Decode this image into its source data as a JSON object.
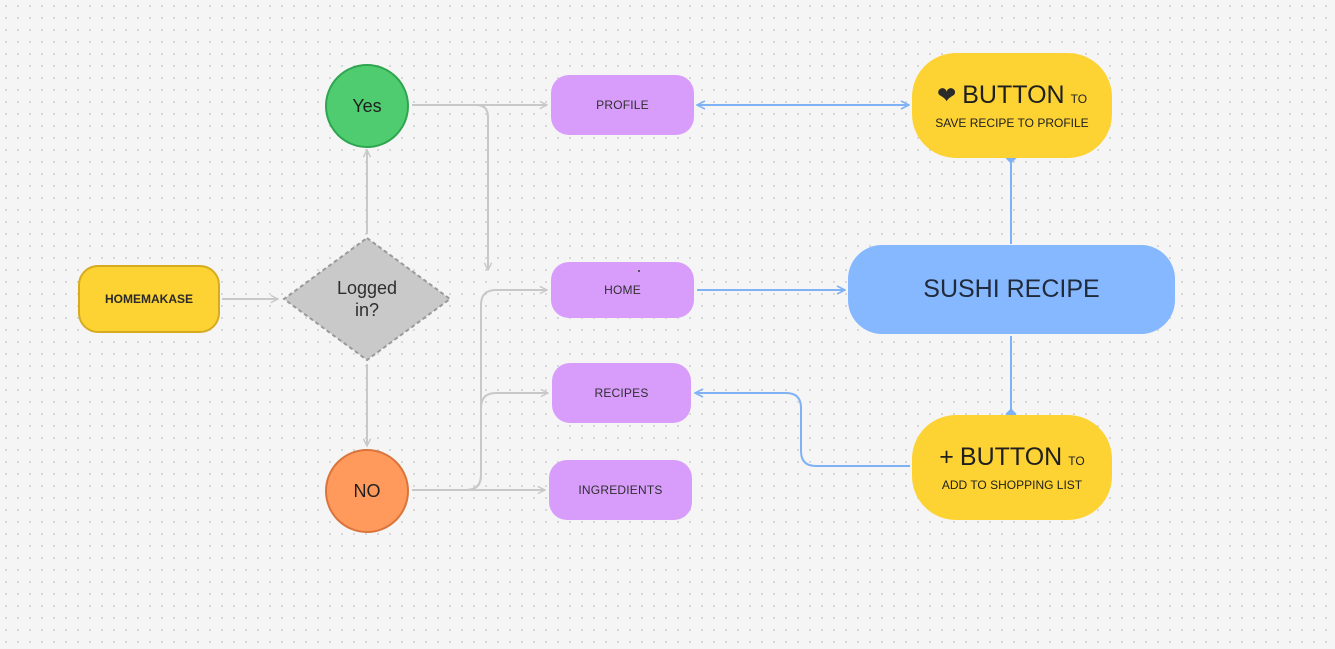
{
  "flowchart": {
    "start": {
      "label": "HOMEMAKASE"
    },
    "decision": {
      "label": "Logged in?"
    },
    "yes": {
      "label": "Yes"
    },
    "no": {
      "label": "NO"
    },
    "pages": {
      "profile": "PROFILE",
      "home": "HOME",
      "recipes": "RECIPES",
      "ingredients": "INGREDIENTS"
    },
    "recipe": {
      "label": "SUSHI RECIPE"
    },
    "save_card": {
      "icon": "heart-icon",
      "title": "BUTTON",
      "to": "TO",
      "subtitle": "SAVE RECIPE TO PROFILE"
    },
    "add_card": {
      "icon": "plus-icon",
      "title": "BUTTON",
      "to": "TO",
      "subtitle": "ADD TO SHOPPING LIST"
    }
  },
  "colors": {
    "gray_connector": "#c8c8c8",
    "blue_connector": "#7fb2f5",
    "start_fill": "#fdd233",
    "yes_fill": "#4fcc70",
    "no_fill": "#ff9a5c",
    "decision_fill": "#c9c9c9",
    "page_fill": "#d89dfb",
    "recipe_fill": "#86b8ff",
    "card_fill": "#fdd233"
  }
}
